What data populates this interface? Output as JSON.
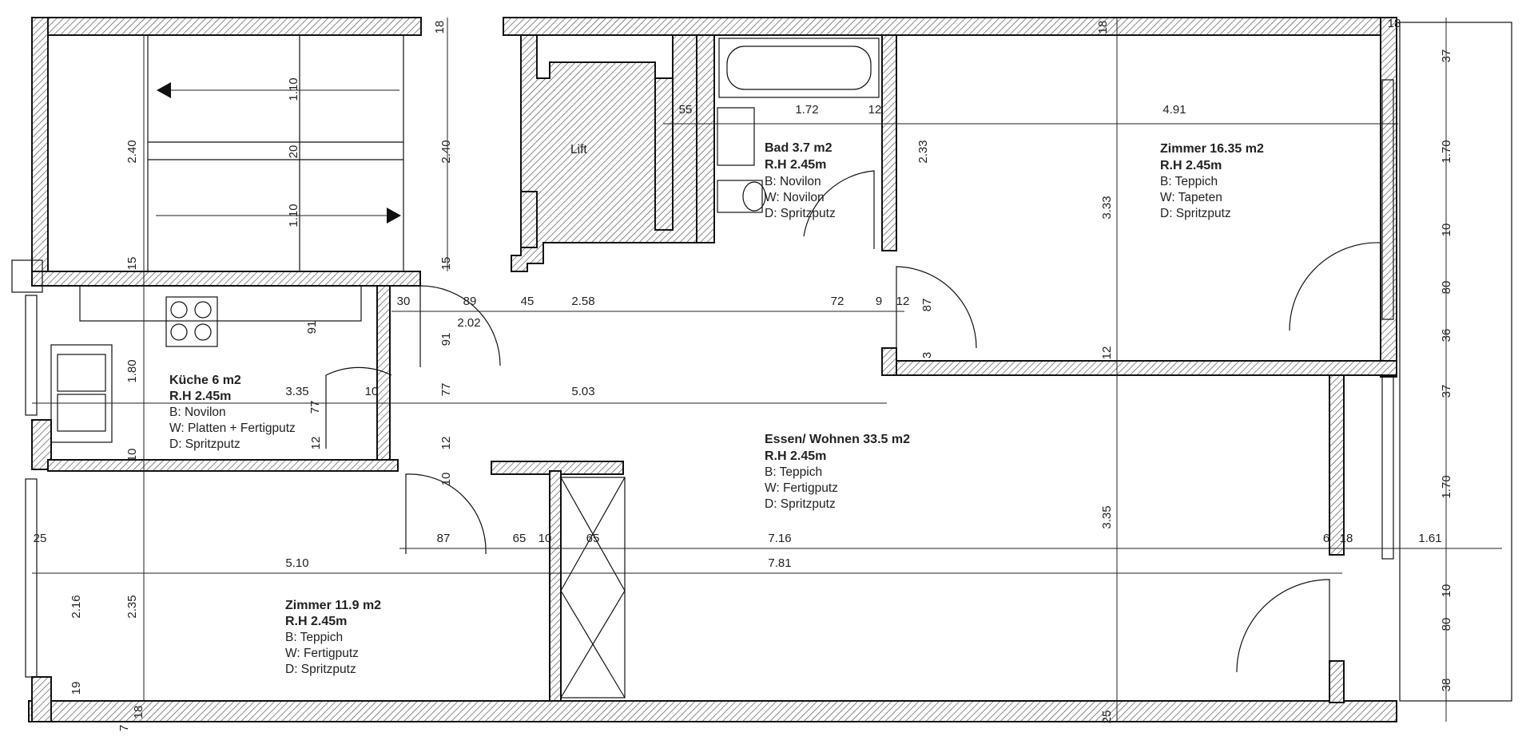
{
  "colors": {
    "wall_stroke": "#111111",
    "hatch": "#555555",
    "background": "#ffffff"
  },
  "rooms": [
    {
      "id": "lift",
      "title": "Lift",
      "specs": []
    },
    {
      "id": "bad",
      "title": "Bad 3.7 m2",
      "height": "R.H 2.45m",
      "specs": [
        "B: Novilon",
        "W: Novilon",
        "D: Spritzputz"
      ]
    },
    {
      "id": "zimmer1",
      "title": "Zimmer 16.35 m2",
      "height": "R.H 2.45m",
      "specs": [
        "B: Teppich",
        "W: Tapeten",
        "D: Spritzputz"
      ]
    },
    {
      "id": "kueche",
      "title": "Küche 6 m2",
      "height": "R.H 2.45m",
      "specs": [
        "B: Novilon",
        "W: Platten + Fertigputz",
        "D: Spritzputz"
      ]
    },
    {
      "id": "essen",
      "title": "Essen/ Wohnen 33.5 m2",
      "height": "R.H 2.45m",
      "specs": [
        "B: Teppich",
        "W: Fertigputz",
        "D: Spritzputz"
      ]
    },
    {
      "id": "zimmer2",
      "title": "Zimmer 11.9 m2",
      "height": "R.H 2.45m",
      "specs": [
        "B: Teppich",
        "W: Fertigputz",
        "D: Spritzputz"
      ]
    }
  ],
  "dims": [
    "18",
    "18",
    "18",
    "37",
    "1.10",
    "2.40",
    "20",
    "2.40",
    "1.10",
    "55",
    "1.72",
    "12",
    "4.91",
    "2.33",
    "3.33",
    "1.70",
    "10",
    "80",
    "15",
    "15",
    "30",
    "89",
    "45",
    "2.58",
    "72",
    "9",
    "12",
    "87",
    "91",
    "2.02",
    "91",
    "1.80",
    "3.35",
    "10",
    "77",
    "5.03",
    "77",
    "36",
    "12",
    "3",
    "37",
    "12",
    "12",
    "10",
    "10",
    "25",
    "87",
    "65",
    "10",
    "65",
    "7.16",
    "6",
    "18",
    "1.61",
    "5.10",
    "7.81",
    "3.35",
    "1.70",
    "2.16",
    "2.35",
    "10",
    "80",
    "19",
    "7",
    "18",
    "25",
    "38"
  ]
}
